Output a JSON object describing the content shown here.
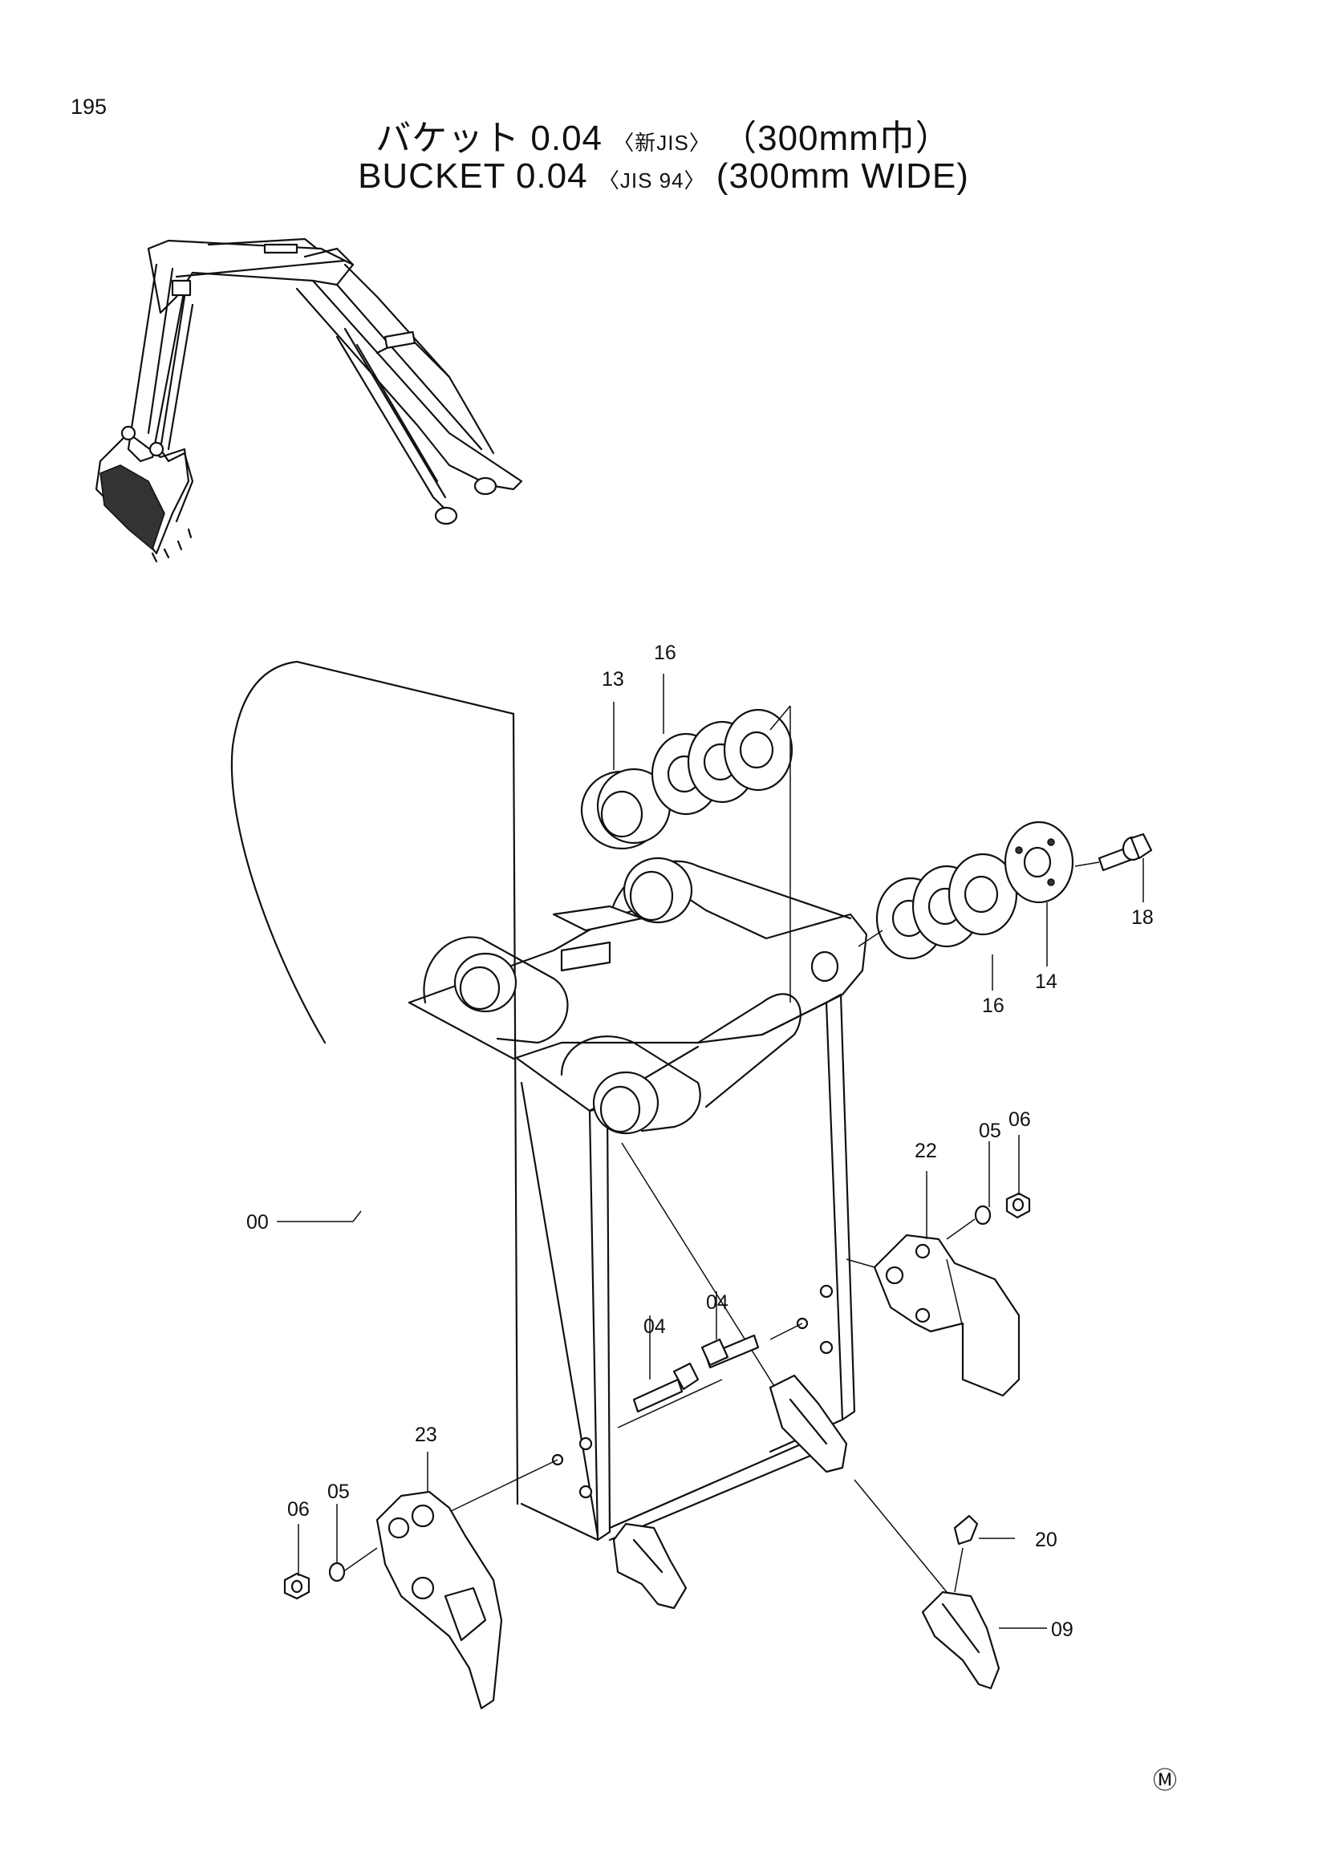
{
  "page_number": "195",
  "title": {
    "ja_main": "バケット 0.04",
    "ja_spec": "〈新JIS〉",
    "ja_width": "（300mm巾）",
    "en_main": "BUCKET  0.04",
    "en_spec": "〈JIS 94〉",
    "en_width": "(300mm  WIDE)"
  },
  "callouts": {
    "c00": "00",
    "c04a": "04",
    "c04b": "04",
    "c05a": "05",
    "c05b": "05",
    "c06a": "06",
    "c06b": "06",
    "c09": "09",
    "c13": "13",
    "c14": "14",
    "c16a": "16",
    "c16b": "16",
    "c18": "18",
    "c20": "20",
    "c22": "22",
    "c23": "23"
  },
  "footer_mark": "Ⓜ"
}
